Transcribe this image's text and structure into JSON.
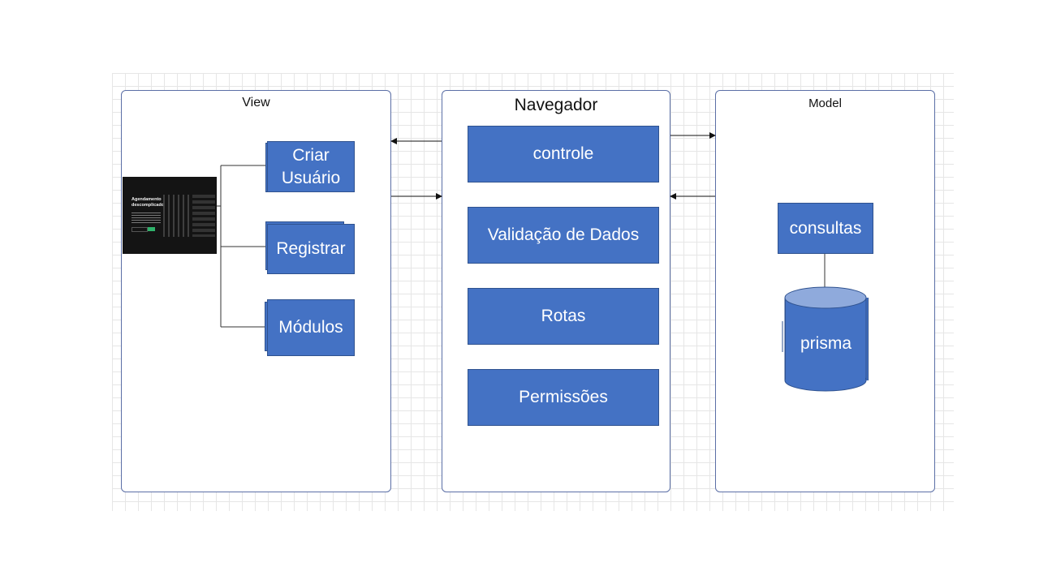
{
  "panels": {
    "view": {
      "title": "View"
    },
    "navegador": {
      "title": "Navegador"
    },
    "model": {
      "title": "Model"
    }
  },
  "view": {
    "thumbnail": {
      "heading": "Agendamento descomplicado",
      "button": "Entrar"
    },
    "boxes": [
      "Criar Usuário",
      "Registrar",
      "Módulos"
    ]
  },
  "navegador": {
    "boxes": [
      "controle",
      "Validação de Dados",
      "Rotas",
      "Permissões"
    ]
  },
  "model": {
    "consultas": "consultas",
    "database": "prisma"
  },
  "colors": {
    "box_fill": "#4472c4",
    "box_border": "#2f528f",
    "panel_border": "#5b6fa6",
    "cylinder_top": "#8faadc"
  }
}
